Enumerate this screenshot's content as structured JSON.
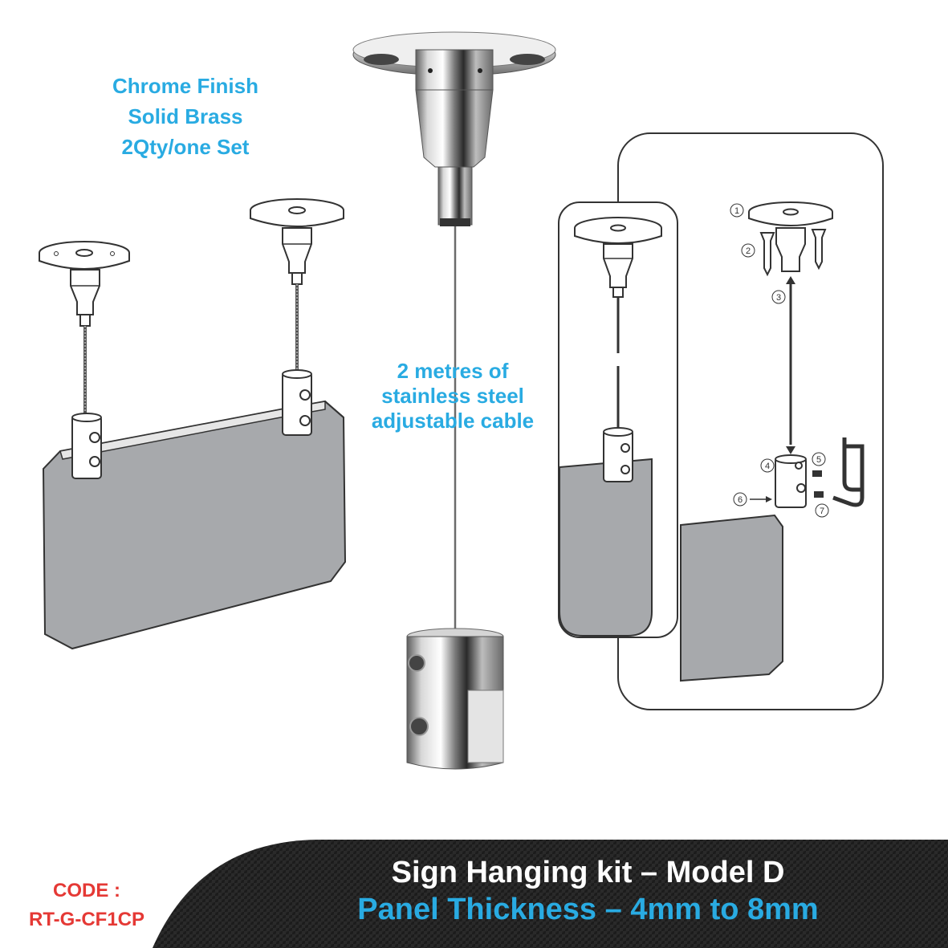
{
  "product_specs": {
    "finish": "Chrome Finish",
    "material": "Solid Brass",
    "quantity": "2Qty/one Set"
  },
  "cable_note": {
    "line1": "2 metres of",
    "line2": "stainless steel",
    "line3": "adjustable cable"
  },
  "code": {
    "label": "CODE :",
    "value": "RT-G-CF1CP"
  },
  "banner": {
    "title": "Sign Hanging kit – Model D",
    "subtitle": "Panel Thickness – 4mm to 8mm"
  },
  "assembly_callouts": [
    "1",
    "2",
    "3",
    "4",
    "5",
    "6",
    "7"
  ],
  "colors": {
    "accent": "#29abe2",
    "code_red": "#e53935",
    "banner_dark": "#1d1d1d",
    "panel_grey": "#a7a9ac"
  }
}
